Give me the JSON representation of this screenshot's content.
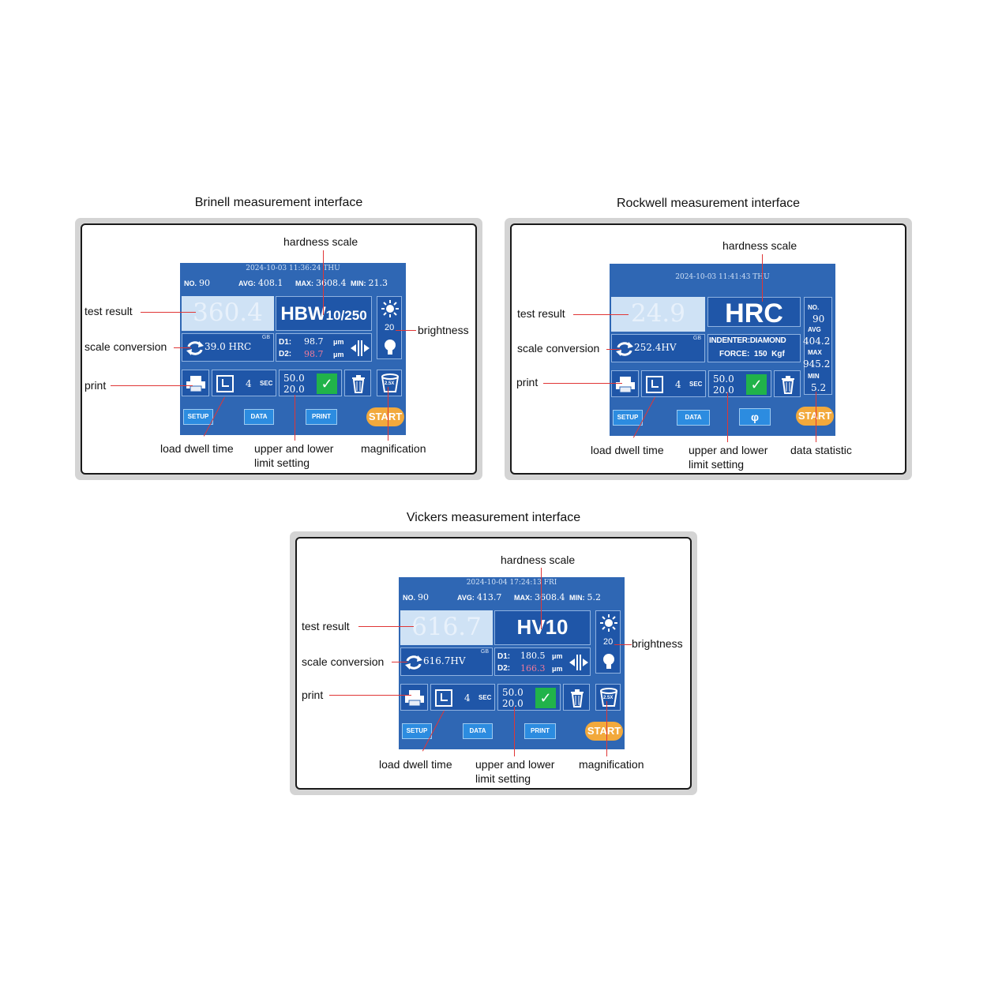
{
  "brinell": {
    "title": "Brinell measurement interface",
    "screen": {
      "datetime": "2024-10-03 11:36:24 THU",
      "no_label": "NO.",
      "no_value": "90",
      "avg_label": "AVG:",
      "avg_value": "408.1",
      "max_label": "MAX:",
      "max_value": "3608.4",
      "min_label": "MIN:",
      "min_value": "21.3",
      "result": "360.4",
      "scale_main": "HBW",
      "scale_sub": "10/250",
      "brightness_value": "20",
      "gb": "GB",
      "conversion": "39.0 HRC",
      "d1_label": "D1:",
      "d1_value": "98.7",
      "d1_unit": "μm",
      "d2_label": "D2:",
      "d2_value": "98.7",
      "d2_unit": "μm",
      "dwell_value": "4",
      "dwell_unit": "SEC",
      "upper_limit": "50.0",
      "lower_limit": "20.0",
      "mag_label": "2.5X",
      "setup": "SETUP",
      "data": "DATA",
      "print": "PRINT",
      "start": "START"
    },
    "annotations": {
      "hardness_scale": "hardness scale",
      "test_result": "test result",
      "scale_conversion": "scale conversion",
      "print": "print",
      "brightness": "brightness",
      "load_dwell_time": "load dwell time",
      "limit_line1": "upper and lower",
      "limit_line2": "limit setting",
      "magnification": "magnification"
    }
  },
  "rockwell": {
    "title": "Rockwell measurement interface",
    "screen": {
      "datetime": "2024-10-03 11:41:43 THU",
      "result": "24.9",
      "scale_main": "HRC",
      "no_label": "NO.",
      "no_value": "90",
      "avg_label": "AVG",
      "avg_value": "404.2",
      "max_label": "MAX",
      "max_value": "945.2",
      "min_label": "MIN",
      "min_value": "5.2",
      "gb": "GB",
      "conversion": "252.4HV",
      "indenter": "INDENTER:DIAMOND",
      "force": "FORCE:  150  Kgf",
      "dwell_value": "4",
      "dwell_unit": "SEC",
      "upper_limit": "50.0",
      "lower_limit": "20.0",
      "phi": "φ",
      "setup": "SETUP",
      "data": "DATA",
      "start": "START"
    },
    "annotations": {
      "hardness_scale": "hardness scale",
      "test_result": "test result",
      "scale_conversion": "scale conversion",
      "print": "print",
      "load_dwell_time": "load dwell time",
      "limit_line1": "upper and lower",
      "limit_line2": "limit setting",
      "data_statistic": "data statistic"
    }
  },
  "vickers": {
    "title": "Vickers measurement interface",
    "screen": {
      "datetime": "2024-10-04 17:24:13 FRI",
      "no_label": "NO.",
      "no_value": "90",
      "avg_label": "AVG:",
      "avg_value": "413.7",
      "max_label": "MAX:",
      "max_value": "3608.4",
      "min_label": "MIN:",
      "min_value": "5.2",
      "result": "616.7",
      "scale_main": "HV10",
      "brightness_value": "20",
      "gb": "GB",
      "conversion": "616.7HV",
      "d1_label": "D1:",
      "d1_value": "180.5",
      "d1_unit": "μm",
      "d2_label": "D2:",
      "d2_value": "166.3",
      "d2_unit": "μm",
      "dwell_value": "4",
      "dwell_unit": "SEC",
      "upper_limit": "50.0",
      "lower_limit": "20.0",
      "mag_label": "2.5X",
      "setup": "SETUP",
      "data": "DATA",
      "print": "PRINT",
      "start": "START"
    },
    "annotations": {
      "hardness_scale": "hardness scale",
      "test_result": "test result",
      "scale_conversion": "scale conversion",
      "print": "print",
      "brightness": "brightness",
      "load_dwell_time": "load dwell time",
      "limit_line1": "upper and lower",
      "limit_line2": "limit setting",
      "magnification": "magnification"
    }
  }
}
